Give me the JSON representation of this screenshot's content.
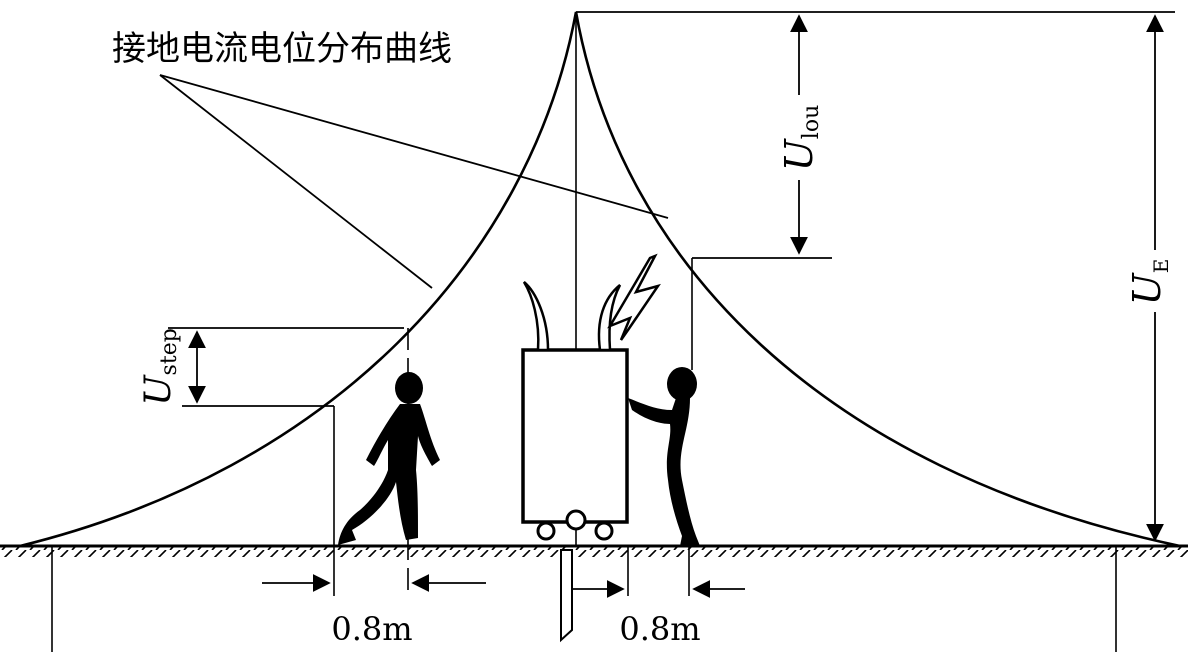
{
  "title": "接地电流电位分布曲线",
  "labels": {
    "u_letter": "U",
    "step_sub": "step",
    "touch_sub": "lou",
    "earth_sub": "E",
    "dist_left": "0.8m",
    "dist_right": "0.8m"
  },
  "colors": {
    "line": "#000000",
    "background": "#ffffff"
  }
}
